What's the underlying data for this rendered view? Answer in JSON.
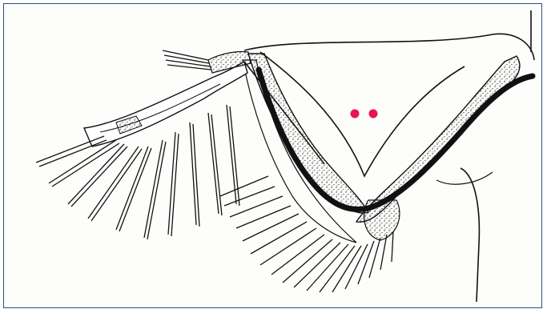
{
  "figure": {
    "subject": "bird-wing-line-drawing",
    "style": "black ink stipple drawing on white",
    "frame_color": "#2f4f7a",
    "ink_color": "#111111",
    "marker_color": "#e8134f",
    "markers": 2
  }
}
